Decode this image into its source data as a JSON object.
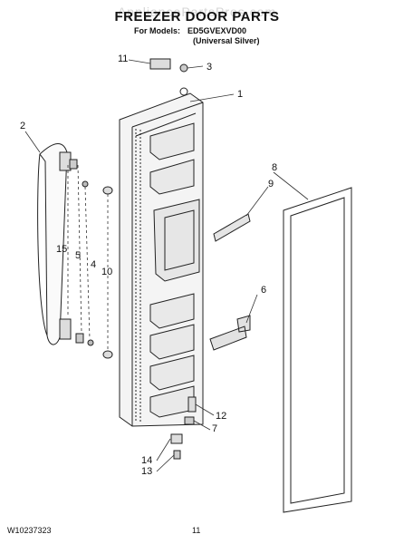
{
  "header": {
    "watermark": "AppliancePartsPros.com",
    "title": "FREEZER DOOR PARTS",
    "models_label": "For Models:",
    "models_value": "ED5GVEXVD00",
    "models_sub": "(Universal Silver)"
  },
  "callouts": {
    "c1": "1",
    "c2": "2",
    "c3": "3",
    "c4": "4",
    "c5": "5",
    "c6": "6",
    "c7": "7",
    "c8": "8",
    "c9": "9",
    "c10": "10",
    "c11": "11",
    "c12": "12",
    "c13": "13",
    "c14": "14",
    "c15": "15"
  },
  "footer": {
    "doc_number": "W10237323",
    "page_number": "11"
  }
}
